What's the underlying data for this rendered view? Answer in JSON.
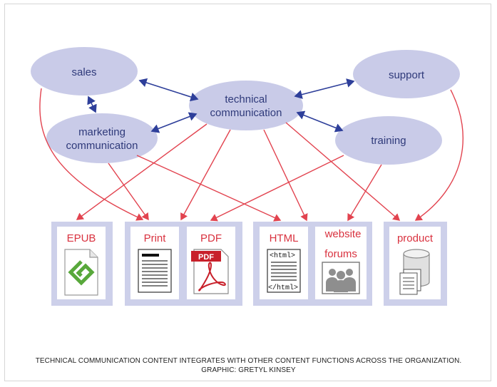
{
  "nodes": {
    "sales": "sales",
    "support": "support",
    "technical_line1": "technical",
    "technical_line2": "communication",
    "marketing_line1": "marketing",
    "marketing_line2": "communication",
    "training": "training"
  },
  "outputs": {
    "epub": "EPUB",
    "print": "Print",
    "pdf": "PDF",
    "pdf_badge": "PDF",
    "html": "HTML",
    "html_open_tag": "<html>",
    "html_close_tag": "</html>",
    "website": "website",
    "forums": "forums",
    "product": "product"
  },
  "caption": {
    "line1": "TECHNICAL COMMUNICATION CONTENT INTEGRATES WITH OTHER CONTENT FUNCTIONS ACROSS THE ORGANIZATION.",
    "line2": "GRAPHIC: GRETYL KINSEY"
  },
  "colors": {
    "oval_fill": "#c9cbe8",
    "box_fill": "#cdd0ea",
    "panel_fill": "#ffffff",
    "blue_arrow": "#2e3f9a",
    "red_arrow": "#e2434f",
    "label_blue": "#2f3a7a",
    "label_red": "#d9323f",
    "epub_green": "#58a83b"
  },
  "icons": [
    "epub-icon",
    "document-lines-icon",
    "pdf-acrobat-icon",
    "html-document-icon",
    "forum-people-icon",
    "database-stack-icon"
  ]
}
